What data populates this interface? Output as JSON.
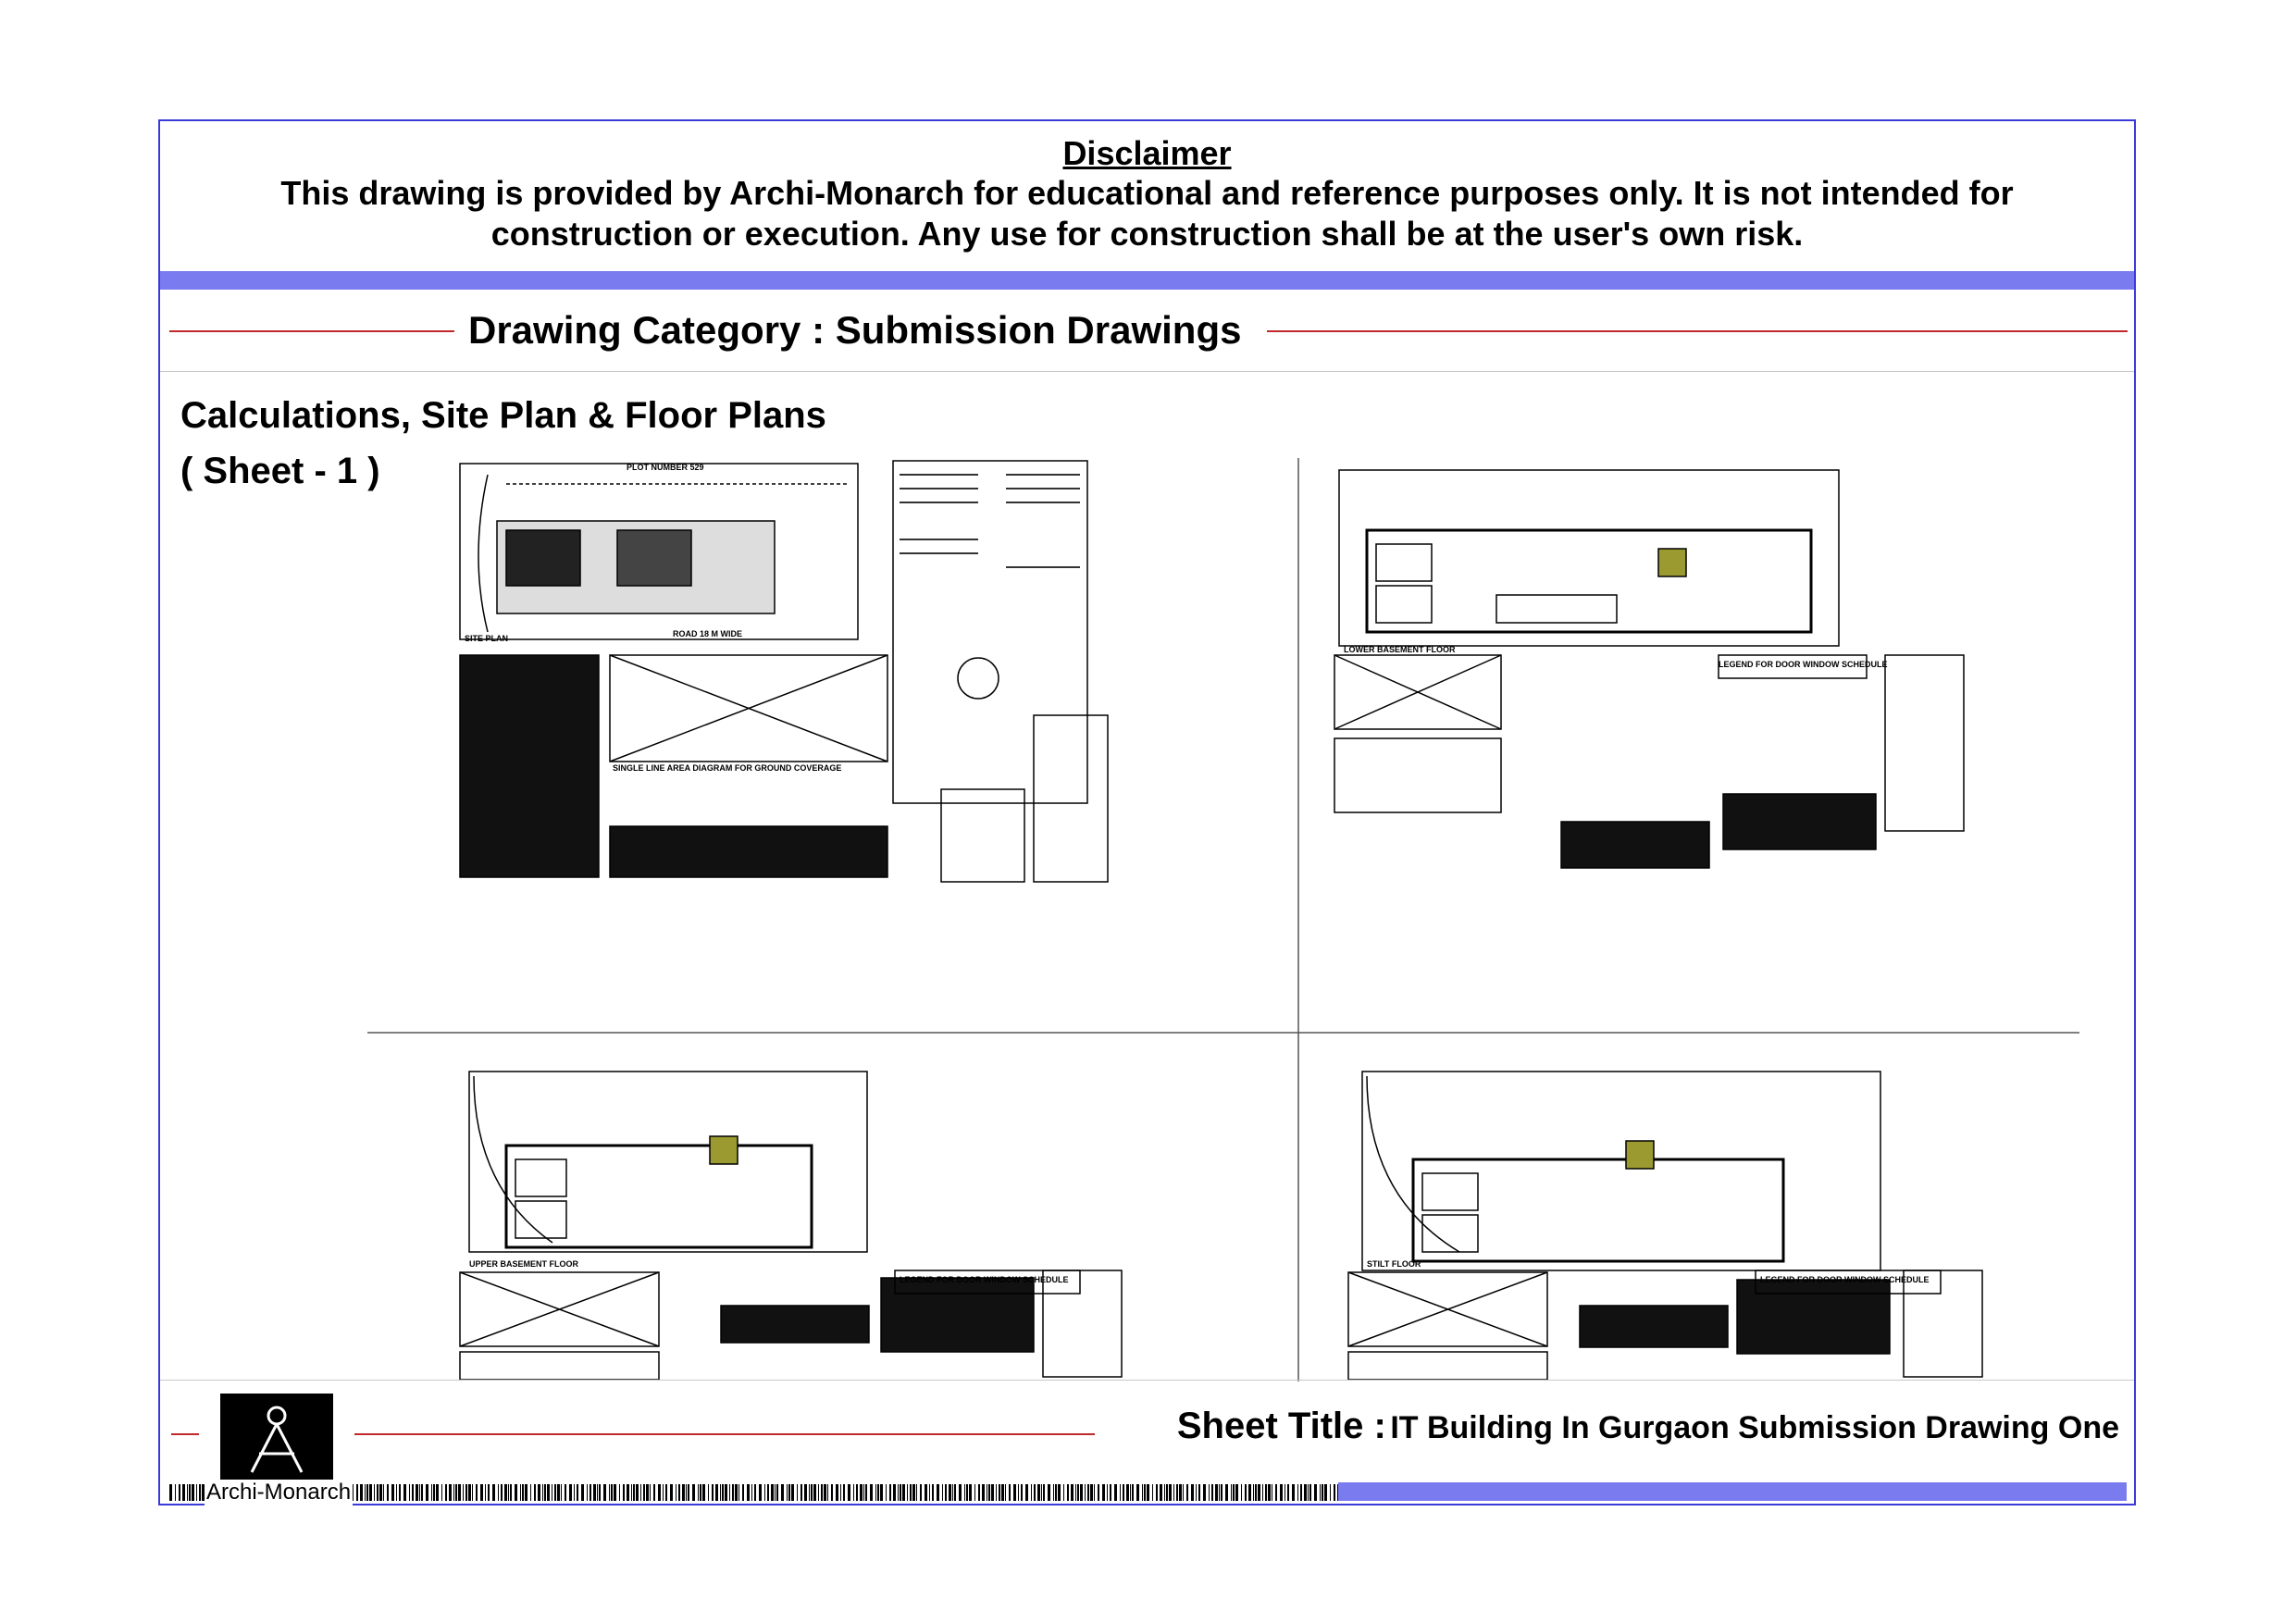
{
  "disclaimer": {
    "title": "Disclaimer",
    "line1": "This drawing is provided by Archi-Monarch for educational and reference purposes only. It is not intended for",
    "line2": "construction or execution. Any use for construction shall be at the user's own risk."
  },
  "category": {
    "label": "Drawing Category : Submission Drawings"
  },
  "section": {
    "title": "Calculations, Site Plan & Floor Plans",
    "subtitle": "( Sheet - 1 )"
  },
  "drawings": {
    "top_left": {
      "plot_label": "PLOT NUMBER 529",
      "road_label": "ROAD 18 M WIDE",
      "site_plan_label": "SITE PLAN",
      "diagram_label": "SINGLE LINE AREA DIAGRAM FOR GROUND COVERAGE"
    },
    "top_right": {
      "floor_label": "LOWER BASEMENT FLOOR",
      "legend_label": "LEGEND FOR DOOR WINDOW SCHEDULE"
    },
    "bottom_left": {
      "floor_label": "UPPER BASEMENT FLOOR",
      "legend_label": "LEGEND FOR DOOR WINDOW SCHEDULE"
    },
    "bottom_right": {
      "floor_label": "STILT FLOOR",
      "legend_label": "LEGEND FOR DOOR WINDOW SCHEDULE"
    }
  },
  "footer": {
    "brand": "Archi-Monarch",
    "sheet_title_key": "Sheet Title :",
    "sheet_title_value": "IT Building In Gurgaon Submission Drawing One"
  },
  "colors": {
    "frame": "#3a3ad6",
    "accent_bar": "#7b7bf0",
    "rule_red": "#c0292b"
  }
}
